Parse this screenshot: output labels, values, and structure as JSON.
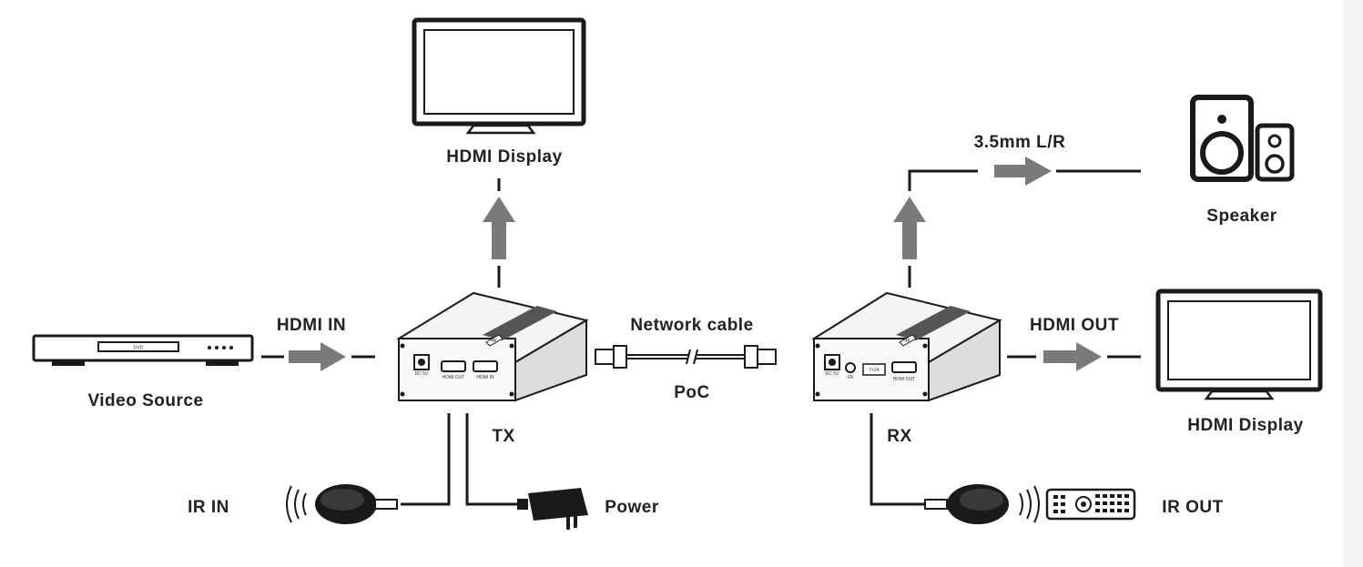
{
  "labels": {
    "top_display": "HDMI Display",
    "right_display": "HDMI Display",
    "speaker": "Speaker",
    "audio": "3.5mm L/R",
    "hdmi_in": "HDMI IN",
    "hdmi_out": "HDMI OUT",
    "network_cable": "Network cable",
    "poc": "PoC",
    "video_source": "Video Source",
    "tx": "TX",
    "rx": "RX",
    "ir_in": "IR IN",
    "ir_out": "IR OUT",
    "power": "Power"
  },
  "device_markings": {
    "dvd": "DVD",
    "tx_dc": "DC 5V",
    "tx_hdmi_out": "HDMI OUT",
    "tx_hdmi_in": "HDMI IN",
    "rx_dc": "DC 5V",
    "rx_ir": "I/R",
    "rx_mode": "7+24",
    "rx_hdmi_out": "HDMI OUT",
    "badge": "4K"
  },
  "colors": {
    "line": "#1a1a1a",
    "arrow": "#7a7a7a",
    "text": "#222222"
  }
}
